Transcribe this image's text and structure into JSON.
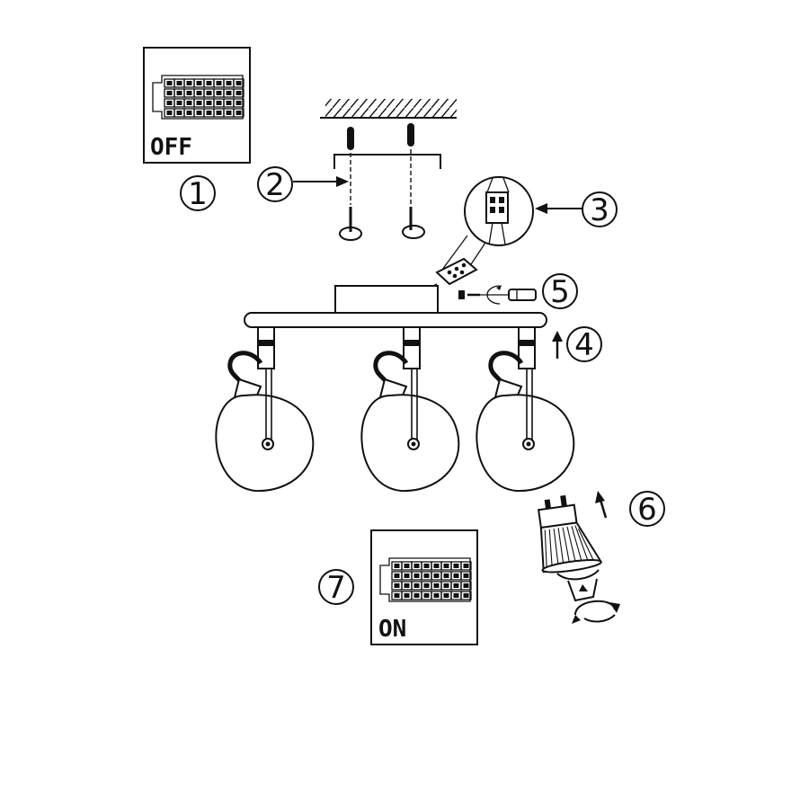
{
  "steps": [
    "1",
    "2",
    "3",
    "4",
    "5",
    "6",
    "7"
  ],
  "switch_states": {
    "off": "OFF",
    "on": "ON"
  },
  "colors": {
    "ink": "#111111",
    "paper": "#ffffff"
  },
  "icons": [
    "terminal-block-icon",
    "ceiling-hatch-icon",
    "screw-icon",
    "wall-plug-icon",
    "connector-icon",
    "gu10-bulb-icon",
    "rotate-arrow-icon",
    "up-arrow-icon"
  ]
}
